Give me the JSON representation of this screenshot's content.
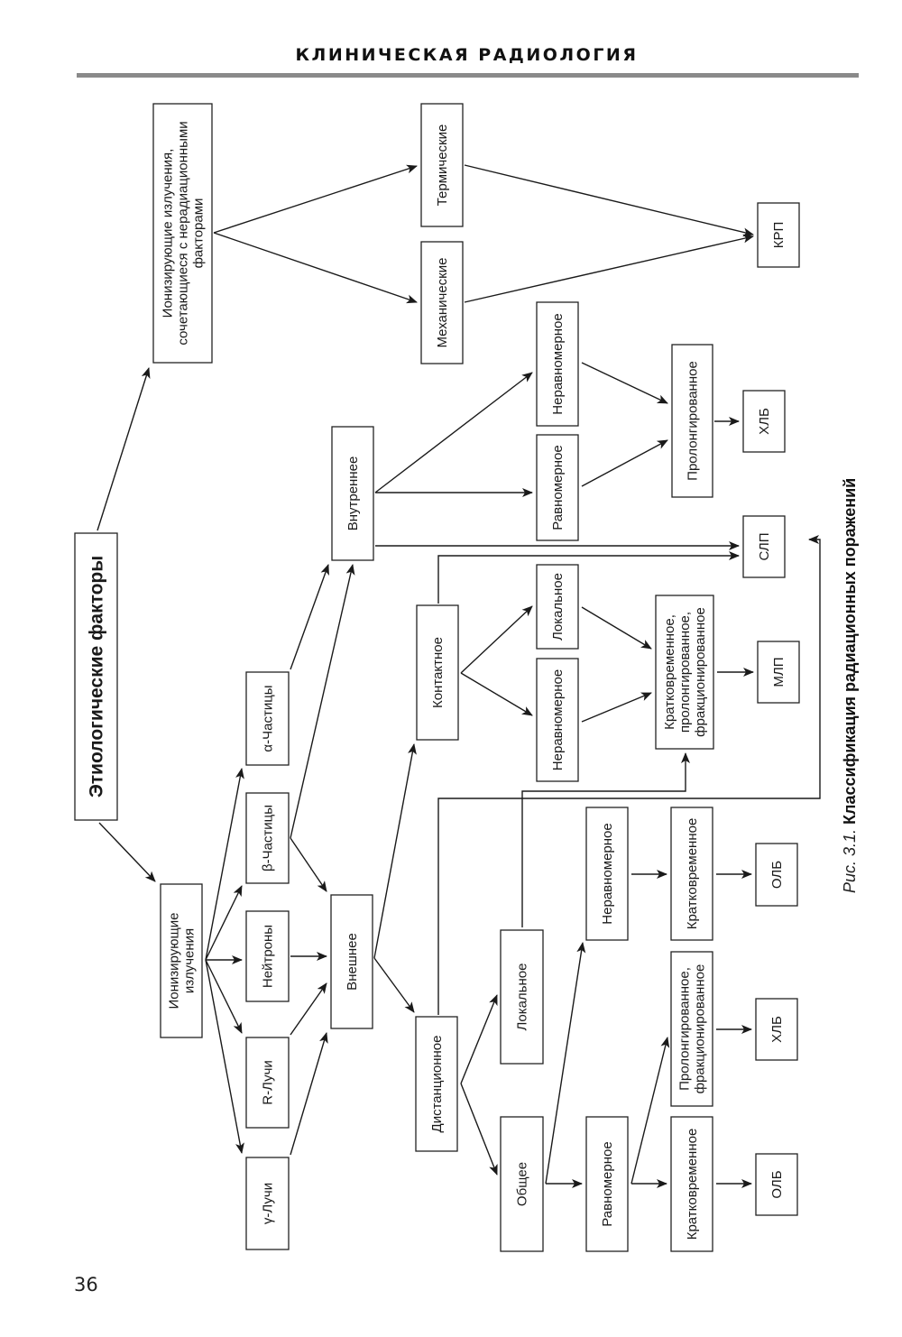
{
  "header": {
    "title": "КЛИНИЧЕСКАЯ РАДИОЛОГИЯ"
  },
  "page_number": "36",
  "caption": {
    "prefix": "Рис. 3.1.",
    "text": "Классификация радиационных поражений"
  },
  "nodes": [
    {
      "id": "etiology",
      "lines": [
        "Этиологические факторы"
      ],
      "big": true
    },
    {
      "id": "ionizing-combined",
      "lines": [
        "Ионизирующие излучения,",
        "сочетающиеся с нерадиационными",
        "факторами"
      ]
    },
    {
      "id": "thermal",
      "lines": [
        "Термические"
      ]
    },
    {
      "id": "mechanical",
      "lines": [
        "Механические"
      ]
    },
    {
      "id": "krp",
      "lines": [
        "КРП"
      ]
    },
    {
      "id": "internal-nonuniform",
      "lines": [
        "Неравномерное"
      ]
    },
    {
      "id": "internal-uniform",
      "lines": [
        "Равномерное"
      ]
    },
    {
      "id": "prolonged",
      "lines": [
        "Пролонгированное"
      ]
    },
    {
      "id": "hlb-1",
      "lines": [
        "ХЛБ"
      ]
    },
    {
      "id": "internal",
      "lines": [
        "Внутреннее"
      ]
    },
    {
      "id": "slp",
      "lines": [
        "СЛП"
      ]
    },
    {
      "id": "contact",
      "lines": [
        "Контактное"
      ]
    },
    {
      "id": "contact-local",
      "lines": [
        "Локальное"
      ]
    },
    {
      "id": "contact-nonuniform",
      "lines": [
        "Неравномерное"
      ]
    },
    {
      "id": "short-prolonged-fractionated",
      "lines": [
        "Кратковременное,",
        "пролонгированное,",
        "фракционированное"
      ]
    },
    {
      "id": "mlp",
      "lines": [
        "МЛП"
      ]
    },
    {
      "id": "alpha",
      "lines": [
        "α-Частицы"
      ]
    },
    {
      "id": "beta",
      "lines": [
        "β-Частицы"
      ]
    },
    {
      "id": "ionizing",
      "lines": [
        "Ионизирующие",
        "излучения"
      ]
    },
    {
      "id": "neutrons",
      "lines": [
        "Нейтроны"
      ]
    },
    {
      "id": "external",
      "lines": [
        "Внешнее"
      ]
    },
    {
      "id": "r-rays",
      "lines": [
        "R-Лучи"
      ]
    },
    {
      "id": "gamma",
      "lines": [
        "γ-Лучи"
      ]
    },
    {
      "id": "remote",
      "lines": [
        "Дистанционное"
      ]
    },
    {
      "id": "remote-local",
      "lines": [
        "Локальное"
      ]
    },
    {
      "id": "general",
      "lines": [
        "Общее"
      ]
    },
    {
      "id": "general-nonuniform",
      "lines": [
        "Неравномерное"
      ]
    },
    {
      "id": "general-uniform",
      "lines": [
        "Равномерное"
      ]
    },
    {
      "id": "short-1",
      "lines": [
        "Кратковременное"
      ]
    },
    {
      "id": "prolonged-fractionated",
      "lines": [
        "Пролонгированное,",
        "фракционированное"
      ]
    },
    {
      "id": "short-2",
      "lines": [
        "Кратковременное"
      ]
    },
    {
      "id": "olb-1",
      "lines": [
        "ОЛБ"
      ]
    },
    {
      "id": "hlb-2",
      "lines": [
        "ХЛБ"
      ]
    },
    {
      "id": "olb-2",
      "lines": [
        "ОЛБ"
      ]
    }
  ],
  "edges": [
    {
      "from": "etiology",
      "to": "ionizing-combined"
    },
    {
      "from": "etiology",
      "to": "ionizing"
    },
    {
      "from": "ionizing-combined",
      "to": "thermal"
    },
    {
      "from": "ionizing-combined",
      "to": "mechanical"
    },
    {
      "from": "thermal",
      "to": "krp"
    },
    {
      "from": "mechanical",
      "to": "krp"
    },
    {
      "from": "ionizing",
      "to": "alpha"
    },
    {
      "from": "ionizing",
      "to": "beta"
    },
    {
      "from": "ionizing",
      "to": "neutrons"
    },
    {
      "from": "ionizing",
      "to": "r-rays"
    },
    {
      "from": "ionizing",
      "to": "gamma"
    },
    {
      "from": "alpha",
      "to": "internal"
    },
    {
      "from": "beta",
      "to": "internal"
    },
    {
      "from": "beta",
      "to": "external"
    },
    {
      "from": "neutrons",
      "to": "external"
    },
    {
      "from": "r-rays",
      "to": "external"
    },
    {
      "from": "gamma",
      "to": "external"
    },
    {
      "from": "internal",
      "to": "internal-nonuniform"
    },
    {
      "from": "internal",
      "to": "internal-uniform"
    },
    {
      "from": "internal",
      "to": "slp"
    },
    {
      "from": "internal-nonuniform",
      "to": "prolonged"
    },
    {
      "from": "internal-uniform",
      "to": "prolonged"
    },
    {
      "from": "prolonged",
      "to": "hlb-1"
    },
    {
      "from": "external",
      "to": "contact"
    },
    {
      "from": "external",
      "to": "remote"
    },
    {
      "from": "contact",
      "to": "slp"
    },
    {
      "from": "contact",
      "to": "contact-local"
    },
    {
      "from": "contact",
      "to": "contact-nonuniform"
    },
    {
      "from": "contact-local",
      "to": "short-prolonged-fractionated"
    },
    {
      "from": "contact-nonuniform",
      "to": "short-prolonged-fractionated"
    },
    {
      "from": "short-prolonged-fractionated",
      "to": "mlp"
    },
    {
      "from": "remote",
      "to": "slp"
    },
    {
      "from": "remote",
      "to": "remote-local"
    },
    {
      "from": "remote",
      "to": "general"
    },
    {
      "from": "remote-local",
      "to": "short-prolonged-fractionated"
    },
    {
      "from": "general",
      "to": "general-nonuniform"
    },
    {
      "from": "general",
      "to": "general-uniform"
    },
    {
      "from": "general-nonuniform",
      "to": "short-1"
    },
    {
      "from": "short-1",
      "to": "olb-1"
    },
    {
      "from": "general-uniform",
      "to": "prolonged-fractionated"
    },
    {
      "from": "general-uniform",
      "to": "short-2"
    },
    {
      "from": "prolonged-fractionated",
      "to": "hlb-2"
    },
    {
      "from": "short-2",
      "to": "olb-2"
    }
  ]
}
